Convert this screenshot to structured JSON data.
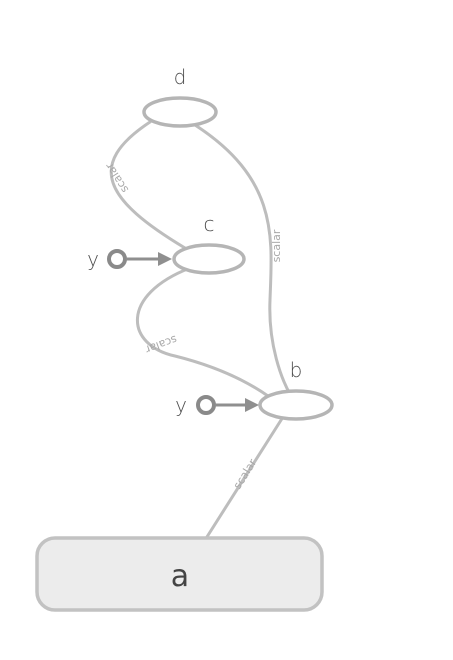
{
  "nodes": {
    "d": {
      "label": "d"
    },
    "c": {
      "label": "c"
    },
    "b": {
      "label": "b"
    },
    "a": {
      "label": "a"
    },
    "y_to_c": {
      "label": "y"
    },
    "y_to_b": {
      "label": "y"
    }
  },
  "edges": {
    "d_c": {
      "label": "scalar"
    },
    "d_b": {
      "label": "scalar"
    },
    "c_b": {
      "label": "scalar"
    },
    "b_a": {
      "label": "scalar"
    }
  },
  "colors": {
    "edge": "#bdbdbd",
    "node_border": "#b5b5b5",
    "const_node": "#8a8a8a",
    "main_node_fill": "#ececec"
  }
}
